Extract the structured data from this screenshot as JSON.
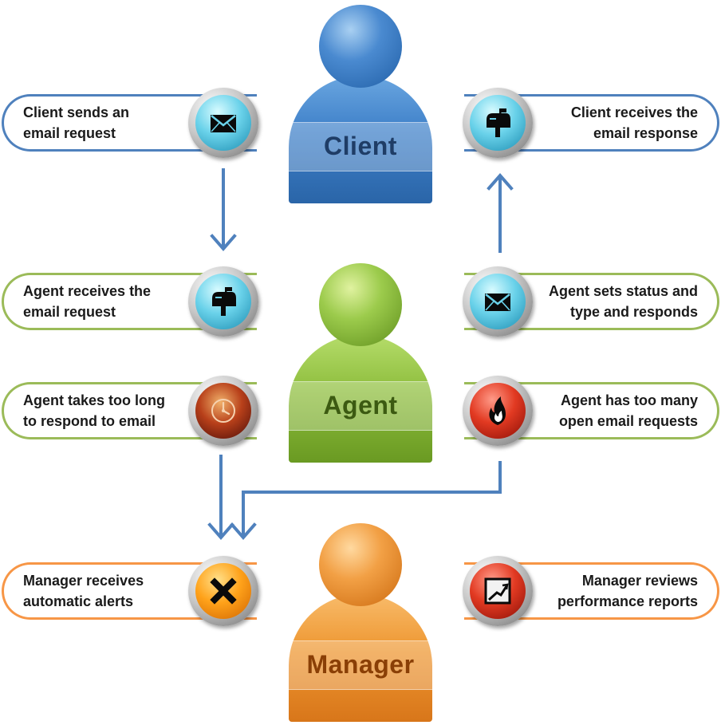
{
  "roles": {
    "client": "Client",
    "agent": "Agent",
    "manager": "Manager"
  },
  "steps": {
    "client_sends": [
      "Client sends an",
      "email request"
    ],
    "client_receives": [
      "Client receives the",
      "email response"
    ],
    "agent_receives": [
      "Agent receives the",
      "email request"
    ],
    "agent_responds": [
      "Agent sets status and",
      "type and responds"
    ],
    "agent_slow": [
      "Agent takes too long",
      "to respond to email"
    ],
    "agent_overloaded": [
      "Agent has too many",
      "open email requests"
    ],
    "manager_alerts": [
      "Manager receives",
      "automatic alerts"
    ],
    "manager_reports": [
      "Manager reviews",
      "performance reports"
    ]
  },
  "icons": {
    "client_sends": "envelope-icon",
    "client_receives": "mailbox-icon",
    "agent_receives": "mailbox-icon",
    "agent_responds": "envelope-icon",
    "agent_slow": "clock-icon",
    "agent_overloaded": "flame-icon",
    "manager_alerts": "x-icon",
    "manager_reports": "chart-icon"
  },
  "colors": {
    "client": "#4f81bd",
    "agent": "#9bbb59",
    "manager": "#f79646",
    "arrow": "#4f81bd"
  }
}
